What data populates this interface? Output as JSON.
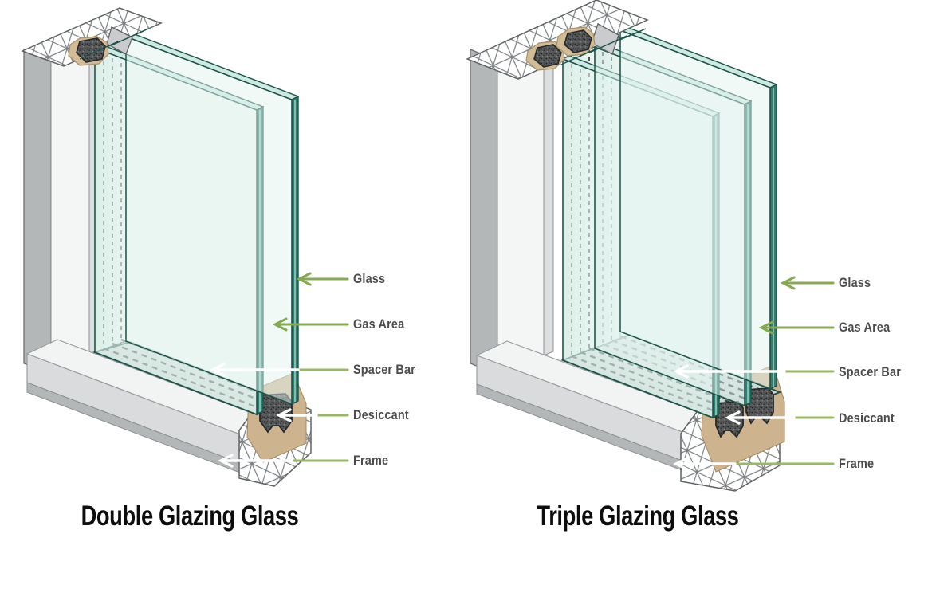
{
  "figure": {
    "description": "Cutaway comparison diagram of insulated glazing units",
    "panels": [
      {
        "id": "double-glazing",
        "title": "Double Glazing Glass",
        "pane_count": 2,
        "labels": [
          "Glass",
          "Gas Area",
          "Spacer Bar",
          "Desiccant",
          "Frame"
        ]
      },
      {
        "id": "triple-glazing",
        "title": "Triple Glazing Glass",
        "pane_count": 3,
        "labels": [
          "Glass",
          "Gas Area",
          "Spacer Bar",
          "Desiccant",
          "Frame"
        ]
      }
    ],
    "colors": {
      "leader_green": "#86aa52",
      "label_text": "#4c4c4c",
      "title_text": "#0d0d0d",
      "glass_edge_teal": "#2e7f70",
      "glass_face": "#e3f3ef",
      "frame_gray": "#b4b7b8",
      "frame_white": "#f4f5f5",
      "desiccant_dark": "#4c4e4d",
      "sealant_tan": "#d2bc97",
      "arrow_white": "#ffffff"
    }
  }
}
